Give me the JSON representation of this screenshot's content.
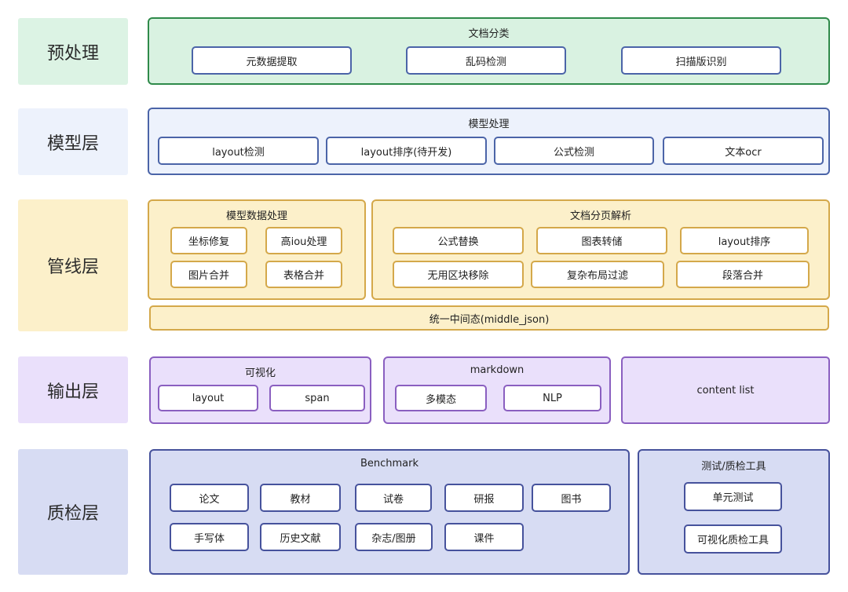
{
  "colors": {
    "green": "#2f8a4a",
    "greenFill": "#d9f2e1",
    "blue": "#4b64a8",
    "blueFill": "#edf2fc",
    "amber": "#d4a84a",
    "amberFill": "#fcf0ca",
    "purple": "#8a5fc0",
    "purpleFill": "#eae0fb",
    "indigo": "#46529c",
    "indigoFill": "#d7dcf3"
  },
  "layers": {
    "preprocess": {
      "label": "预处理",
      "title": "文档分类",
      "items": [
        "元数据提取",
        "乱码检测",
        "扫描版识别"
      ]
    },
    "model": {
      "label": "模型层",
      "title": "模型处理",
      "items": [
        "layout检测",
        "layout排序(待开发)",
        "公式检测",
        "文本ocr"
      ]
    },
    "pipeline": {
      "label": "管线层",
      "model_data": {
        "title": "模型数据处理",
        "items": [
          "坐标修复",
          "高iou处理",
          "图片合并",
          "表格合并"
        ]
      },
      "doc_parse": {
        "title": "文档分页解析",
        "items": [
          "公式替换",
          "图表转储",
          "layout排序",
          "无用区块移除",
          "复杂布局过滤",
          "段落合并"
        ]
      },
      "middle": "统一中间态(middle_json)"
    },
    "output": {
      "label": "输出层",
      "visual": {
        "title": "可视化",
        "items": [
          "layout",
          "span"
        ]
      },
      "markdown": {
        "title": "markdown",
        "items": [
          "多模态",
          "NLP"
        ]
      },
      "content_list": "content list"
    },
    "qa": {
      "label": "质检层",
      "benchmark": {
        "title": "Benchmark",
        "items": [
          "论文",
          "教材",
          "试卷",
          "研报",
          "图书",
          "手写体",
          "历史文献",
          "杂志/图册",
          "课件"
        ]
      },
      "tools": {
        "title": "测试/质检工具",
        "items": [
          "单元测试",
          "可视化质检工具"
        ]
      }
    }
  }
}
